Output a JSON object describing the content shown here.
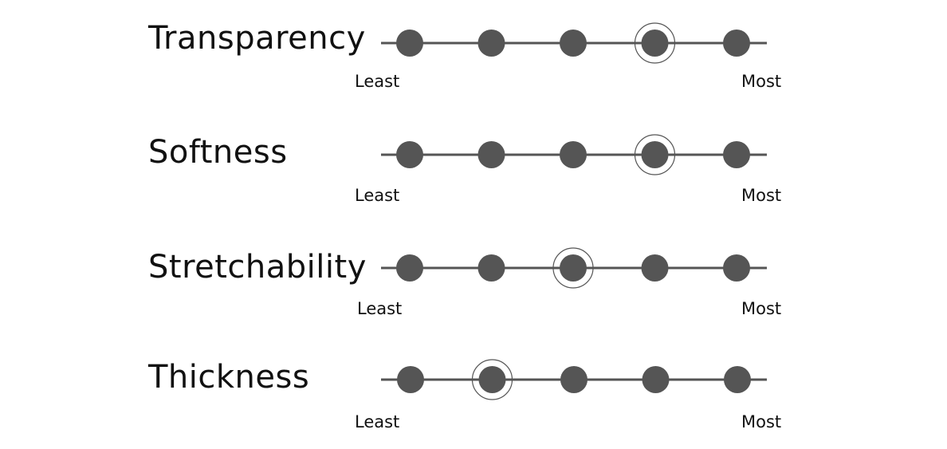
{
  "colors": {
    "track": "#555555",
    "dot": "#555555",
    "selection_ring": "#555555",
    "text": "#111111",
    "background": "#ffffff"
  },
  "scale": {
    "levels": 5,
    "least_label": "Least",
    "most_label": "Most"
  },
  "attributes": [
    {
      "name": "Transparency",
      "selected_level": 4
    },
    {
      "name": "Softness",
      "selected_level": 4
    },
    {
      "name": "Stretchability",
      "selected_level": 3
    },
    {
      "name": "Thickness",
      "selected_level": 2
    }
  ]
}
